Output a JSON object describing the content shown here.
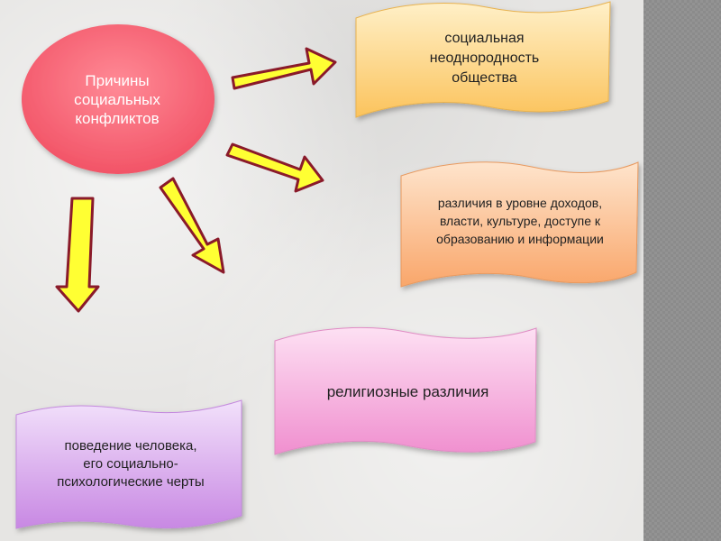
{
  "diagram": {
    "center": {
      "text": "Причины\nсоциальных\nконфликтов",
      "color": "#f5697a"
    },
    "causes": [
      {
        "text": "социальная\nнеоднородность\nобщества",
        "color": "#fdd37a"
      },
      {
        "text": "различия в уровне доходов,\nвласти, культуре, доступе к\nобразованию и информации",
        "color": "#fbbf8c"
      },
      {
        "text": "религиозные различия",
        "color": "#f5a9d8"
      },
      {
        "text": "поведение человека,\nего социально-\nпсихологические черты",
        "color": "#ddb3ee"
      }
    ],
    "arrow_color": "#ffff33",
    "arrow_outline": "#8a1a2a"
  }
}
